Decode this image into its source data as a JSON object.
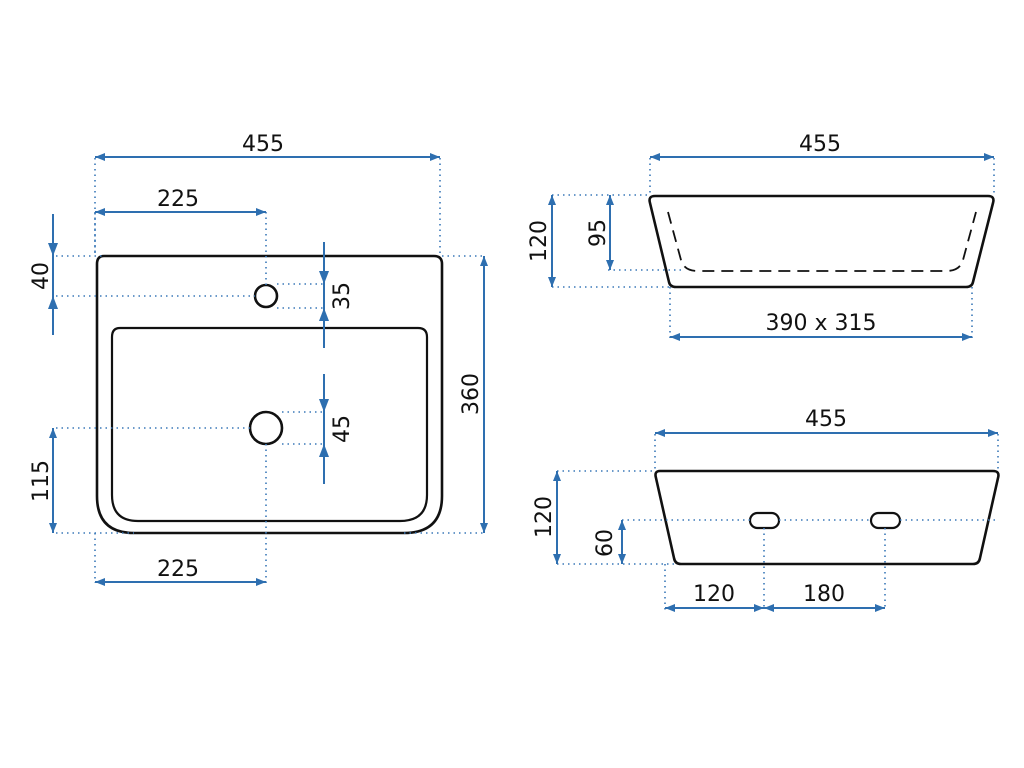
{
  "colors": {
    "dimension": "#2e6fb0",
    "outline": "#111111",
    "background": "#ffffff"
  },
  "top_view": {
    "overall_width": "455",
    "tap_hole_offset_top": "225",
    "overflow_offset_bottom": "225",
    "top_rim_to_tap": "40",
    "tap_hole_diameter": "35",
    "overall_depth": "360",
    "overflow_hole_diameter": "45",
    "overflow_height": "115"
  },
  "side_view": {
    "overall_width": "455",
    "total_height": "120",
    "bowl_depth": "95",
    "bowl_size": "390 x 315"
  },
  "rear_view": {
    "overall_width": "455",
    "total_height": "120",
    "fixing_hole_height": "60",
    "fixing_hole_offset": "120",
    "fixing_hole_spacing": "180"
  }
}
